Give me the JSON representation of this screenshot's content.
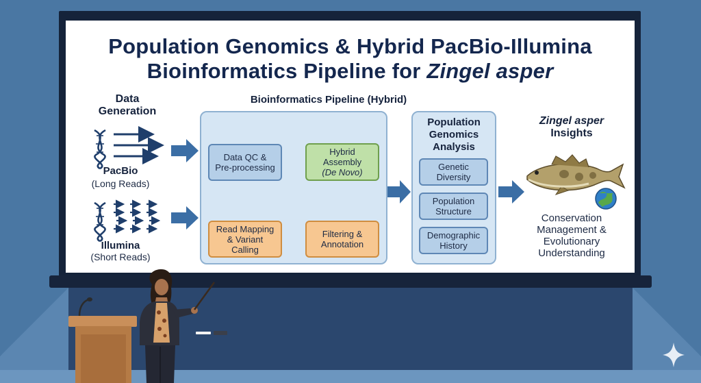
{
  "title": {
    "line1": "Population Genomics & Hybrid PacBio-Illumina",
    "line2_prefix": "Bioinformatics Pipeline for ",
    "line2_species": "Zingel asper"
  },
  "data_generation": {
    "heading_line1": "Data",
    "heading_line2": "Generation",
    "pacbio_label": "PacBio",
    "pacbio_sub": "(Long Reads)",
    "illumina_label": "Illumina",
    "illumina_sub": "(Short Reads)"
  },
  "pipeline": {
    "heading": "Bioinformatics Pipeline (Hybrid)",
    "qc_line1": "Data QC &",
    "qc_line2": "Pre-processing",
    "assembly_line1": "Hybrid",
    "assembly_line2": "Assembly",
    "assembly_line3": "(De Novo)",
    "mapping_line1": "Read Mapping",
    "mapping_line2": "& Variant",
    "mapping_line3": "Calling",
    "filter_line1": "Filtering &",
    "filter_line2": "Annotation"
  },
  "popgen": {
    "heading_line1": "Population",
    "heading_line2": "Genomics",
    "heading_line3": "Analysis",
    "diversity_line1": "Genetic",
    "diversity_line2": "Diversity",
    "structure_line1": "Population",
    "structure_line2": "Structure",
    "demographic_line1": "Demographic",
    "demographic_line2": "History"
  },
  "insights": {
    "title_species": "Zingel asper",
    "title_rest": "Insights",
    "text_line1": "Conservation",
    "text_line2": "Management &",
    "text_line3": "Evolutionary",
    "text_line4": "Understanding"
  },
  "icons": [
    "dna-icon",
    "arrow-right-icon",
    "fish-icon",
    "globe-icon",
    "microphone-icon",
    "sparkle-icon",
    "presenter-figure"
  ],
  "colors": {
    "navy_title": "#14274e",
    "panel_fill": "#d6e6f4",
    "box_blue": "#b5cfe8",
    "box_green": "#bfe0a8",
    "box_orange": "#f7c791",
    "flow_arrow": "#3b6ea5",
    "wall": "#4d7aa6"
  }
}
